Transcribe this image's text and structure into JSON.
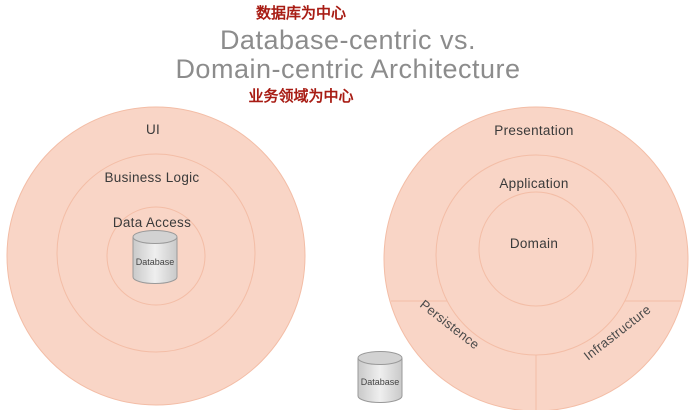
{
  "header": {
    "top_caption": "数据库为中心",
    "title_line1": "Database-centric vs.",
    "title_line2": "Domain-centric Architecture",
    "bottom_caption": "业务领域为中心"
  },
  "left_diagram": {
    "type": "concentric-circles",
    "meaning": "database-centric architecture",
    "rings": [
      "UI",
      "Business Logic",
      "Data Access"
    ],
    "database_label": "Database"
  },
  "right_diagram": {
    "type": "concentric-circles",
    "meaning": "domain-centric architecture",
    "rings": [
      "Presentation",
      "Application",
      "Domain"
    ],
    "segments": [
      "Persistence",
      "Infrastructure"
    ],
    "database_label": "Database"
  },
  "colors": {
    "circle_fill": "#f9d5c6",
    "circle_stroke": "#f3bda6",
    "title_text": "#8c8c8c",
    "caption_text": "#a81c14",
    "label_text": "#3a3a3a",
    "cylinder_fill": "#dedede",
    "cylinder_stroke": "#999999"
  }
}
